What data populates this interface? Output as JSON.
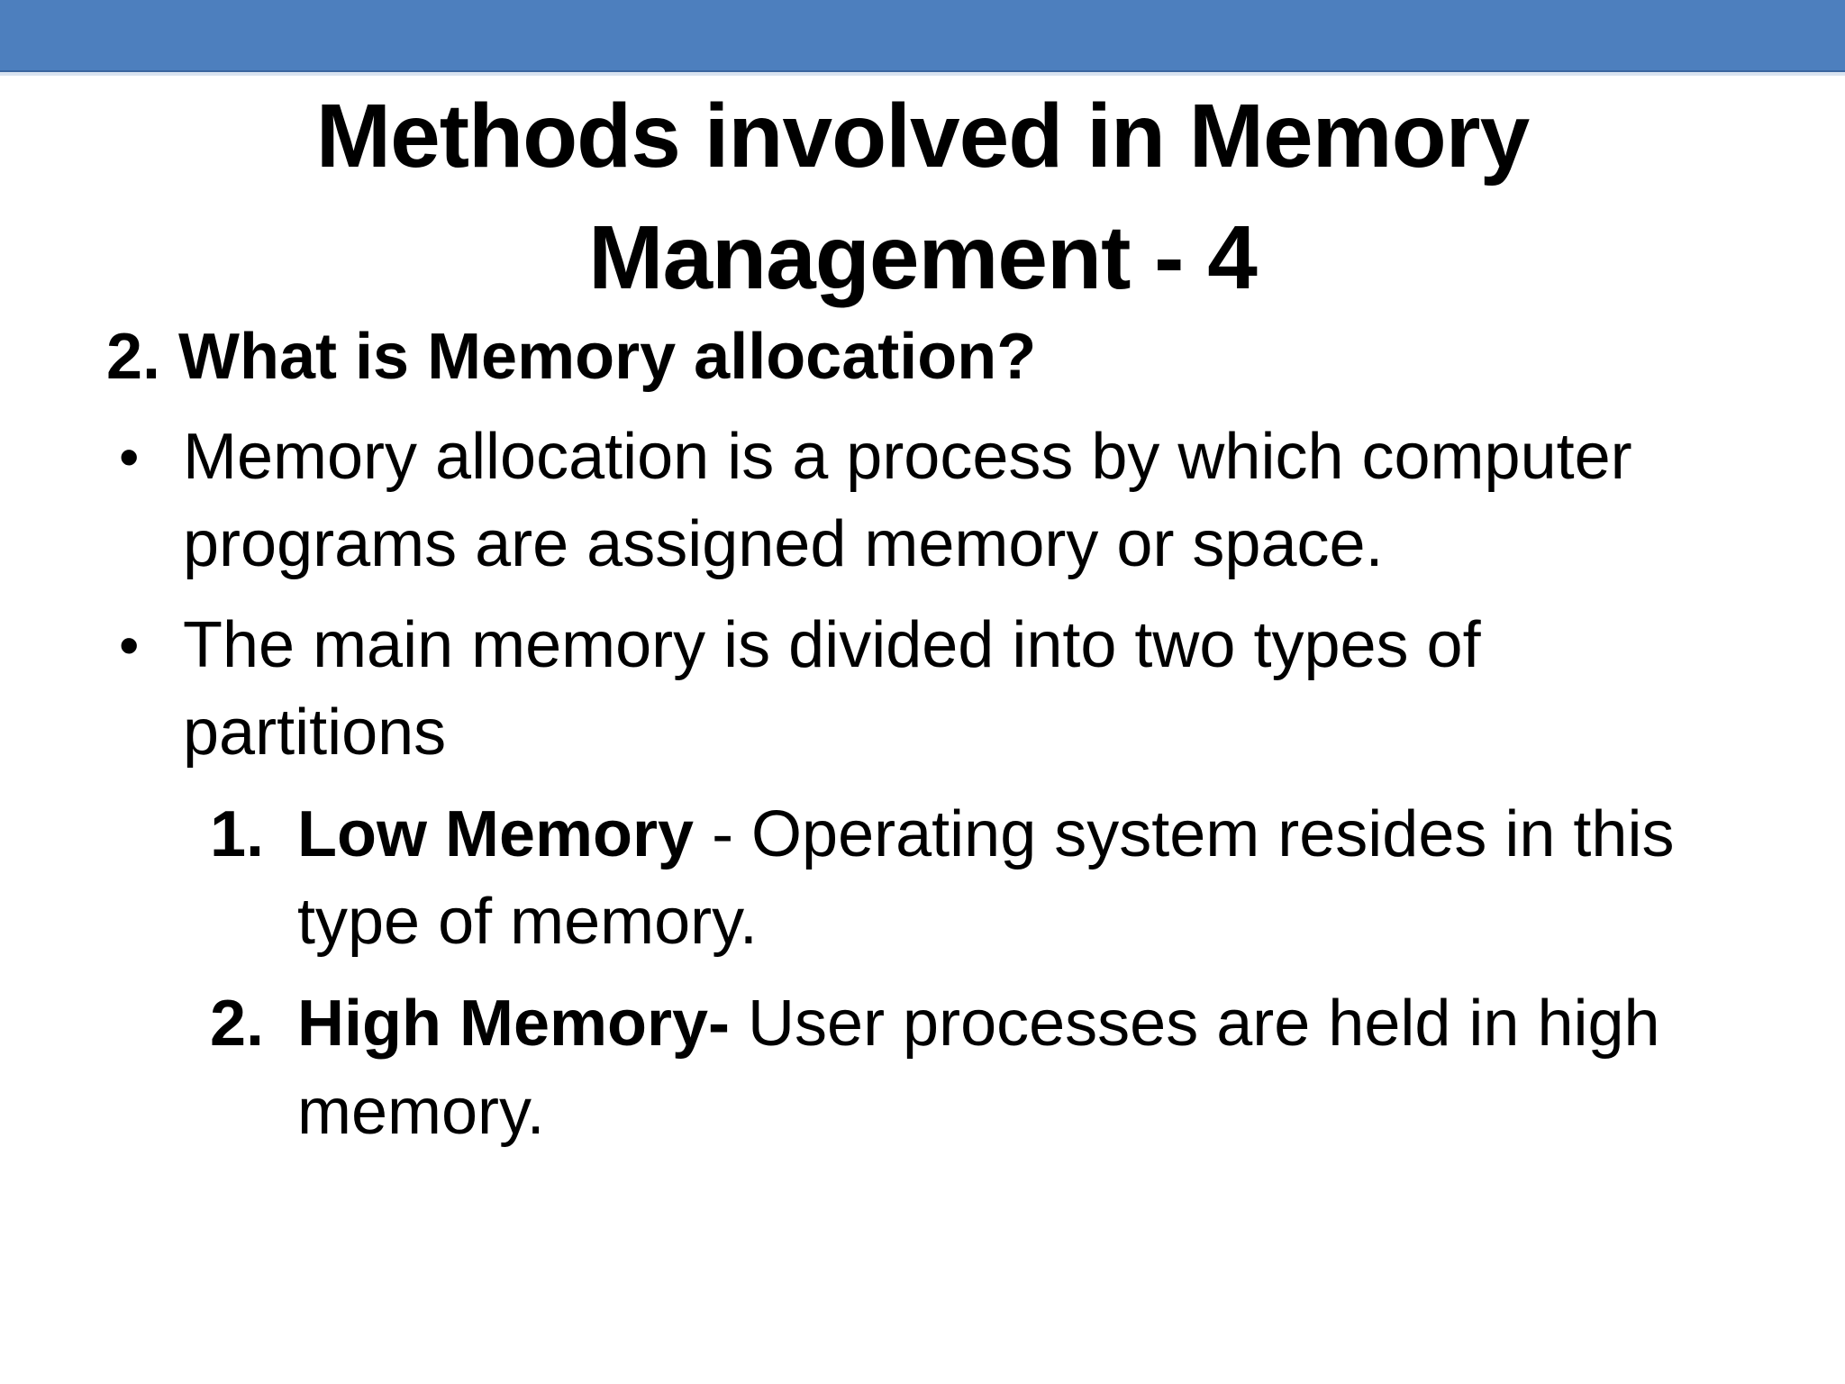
{
  "slide": {
    "title": {
      "line1": "Methods involved in Memory",
      "line2": "Management - 4"
    },
    "heading": "2. What is Memory allocation?",
    "bullets": [
      {
        "line1": "Memory allocation is a process by which computer",
        "line2": "programs are assigned memory or space."
      },
      {
        "line1": "The main memory is divided into two types of",
        "line2": "partitions"
      }
    ],
    "numbered": [
      {
        "number": "1.",
        "bold": "Low Memory",
        "rest": " - Operating system resides in this",
        "line2": "type of memory."
      },
      {
        "number": "2.",
        "bold": "High Memory-",
        "rest": " User processes are held in high",
        "line2": "memory."
      }
    ]
  },
  "bullet_glyph": "•",
  "colors": {
    "header_bar": "#4d7fbe",
    "header_bar_edge": "#3a659e",
    "header_bar_light": "#d9e3f0",
    "text": "#000000"
  }
}
